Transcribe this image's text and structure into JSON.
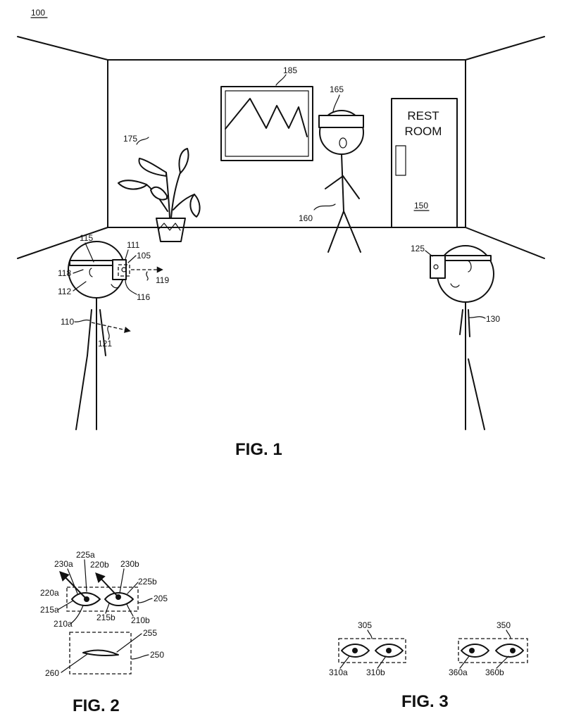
{
  "sheet_ref": "100",
  "figures": {
    "fig1": {
      "caption": "FIG. 1",
      "door": {
        "line1": "REST",
        "line2": "ROOM"
      },
      "refs": {
        "r150": "150",
        "r185": "185",
        "r165": "165",
        "r160": "160",
        "r175": "175",
        "r115": "115",
        "r111": "111",
        "r105": "105",
        "r118": "118",
        "r112": "112",
        "r116": "116",
        "r119": "119",
        "r110": "110",
        "r121": "121",
        "r125": "125",
        "r130": "130"
      }
    },
    "fig2": {
      "caption": "FIG. 2",
      "refs": {
        "r225a": "225a",
        "r230a": "230a",
        "r220b": "220b",
        "r230b": "230b",
        "r225b": "225b",
        "r220a": "220a",
        "r205": "205",
        "r215a": "215a",
        "r210a": "210a",
        "r215b": "215b",
        "r210b": "210b",
        "r255": "255",
        "r250": "250",
        "r260": "260"
      }
    },
    "fig3": {
      "caption": "FIG. 3",
      "refs": {
        "r305": "305",
        "r350": "350",
        "r310a": "310a",
        "r310b": "310b",
        "r360a": "360a",
        "r360b": "360b"
      }
    }
  }
}
